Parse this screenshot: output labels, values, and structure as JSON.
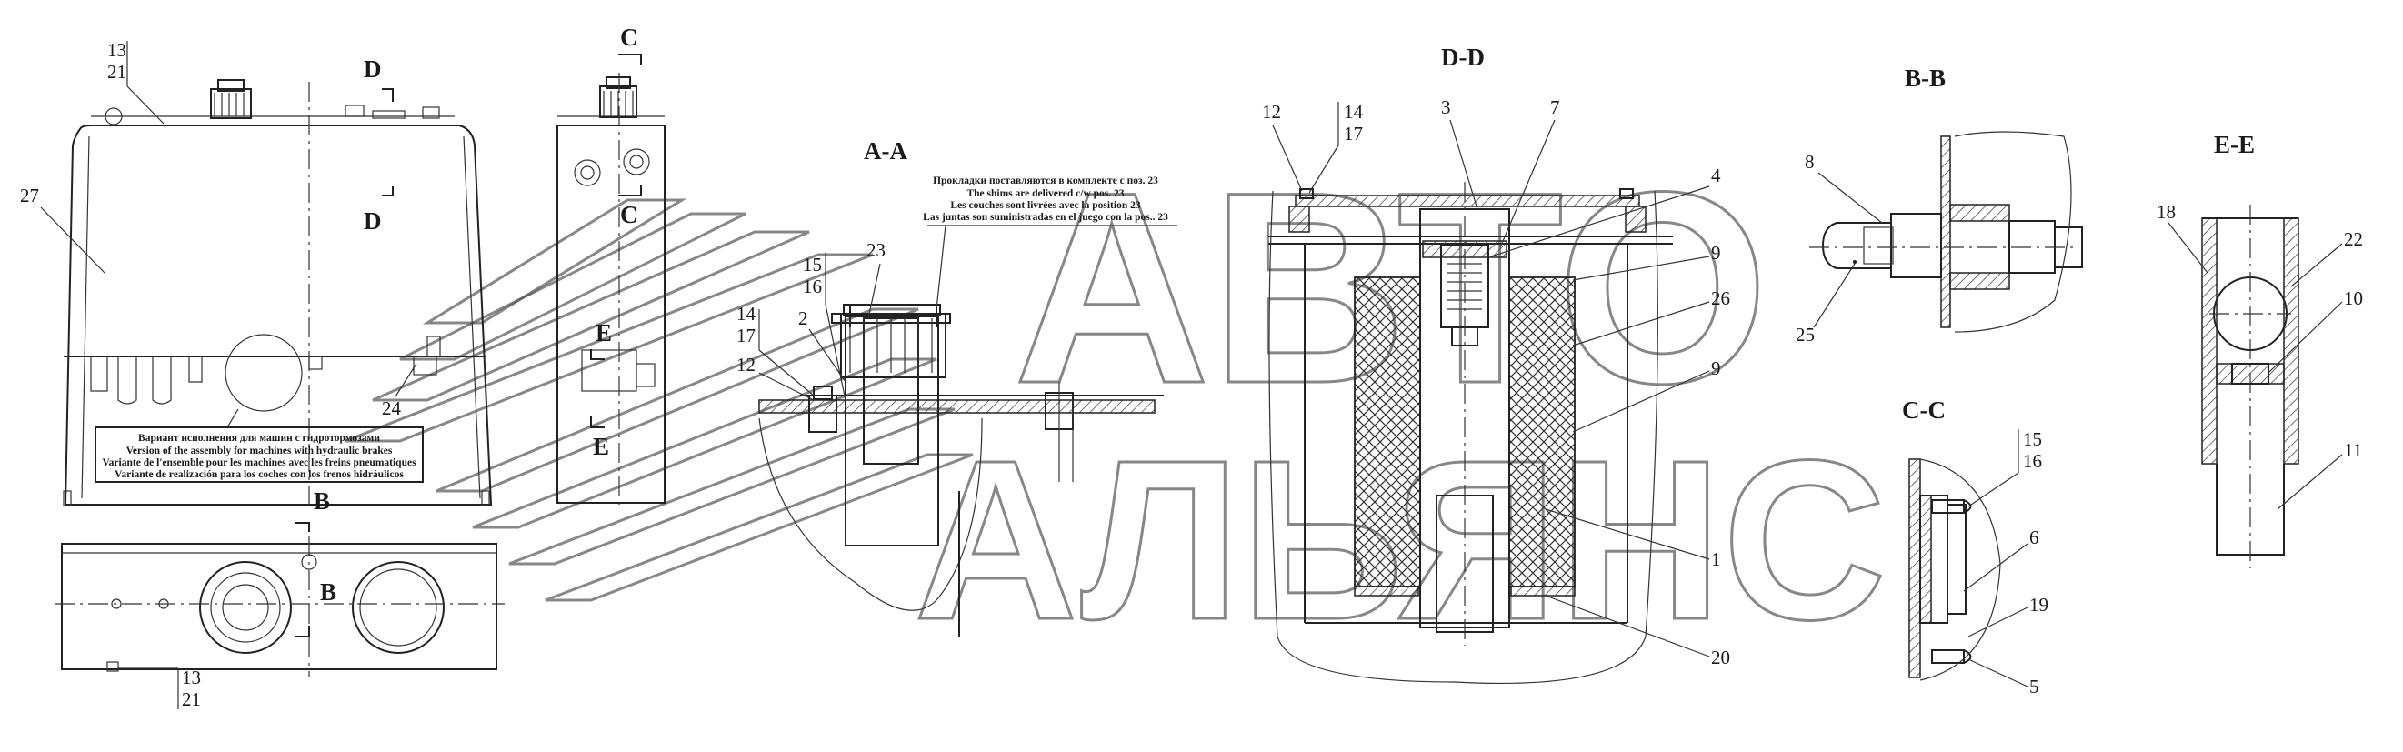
{
  "sections": {
    "aa": "A-A",
    "dd": "D-D",
    "bb": "B-B",
    "cc": "C-C",
    "ee": "E-E"
  },
  "cut_marks": {
    "d": "D",
    "c": "C",
    "e": "E",
    "b": "B"
  },
  "labels": {
    "l13": "13",
    "l21": "21",
    "l27": "27",
    "l24": "24",
    "l15": "15",
    "l16": "16",
    "l23": "23",
    "l14": "14",
    "l17": "17",
    "l2": "2",
    "l12": "12",
    "l3": "3",
    "l7": "7",
    "l4": "4",
    "l9": "9",
    "l26": "26",
    "l1": "1",
    "l20": "20",
    "l8": "8",
    "l25": "25",
    "l6": "6",
    "l19": "19",
    "l5": "5",
    "l18": "18",
    "l22": "22",
    "l10": "10",
    "l11": "11"
  },
  "hydro_note": {
    "ru": "Вариант исполнения для машин с гидротормозами",
    "en": "Version of the assembly for machines with hydraulic brakes",
    "fr": "Variante de l'ensemble pour les machines avec les freins pneumatiques",
    "es": "Variante de realización para los coches con los frenos hidráulicos"
  },
  "shims_note": {
    "ru": "Прокладки поставляются в комплекте с поз. 23",
    "en": "The shims are delivered c/w pos. 23",
    "fr": "Les couches sont livrées avec la position 23",
    "es": "Las juntas son suministradas en el juego con la pos.. 23"
  },
  "watermark": {
    "line1": "АВТО",
    "line2": "АЛЬЯНС"
  }
}
